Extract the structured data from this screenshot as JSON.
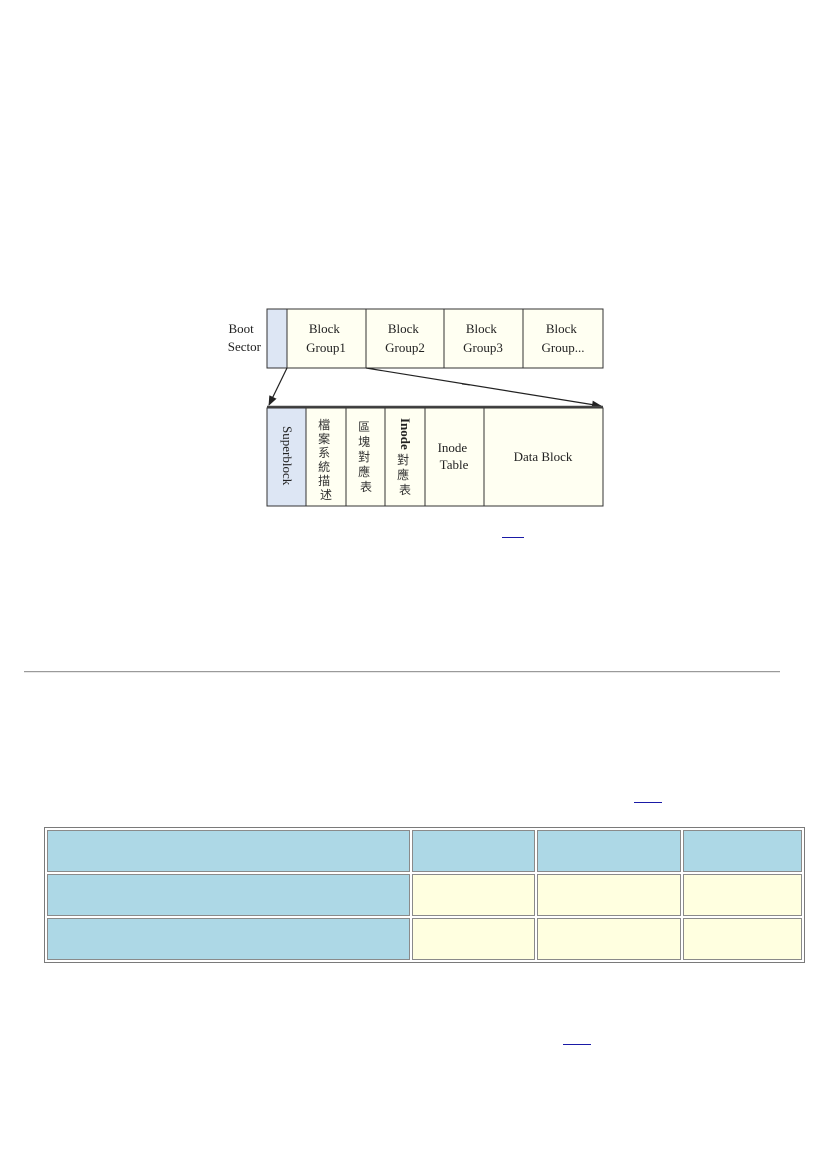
{
  "diagram": {
    "boot_sector_label": [
      "Boot",
      "Sector"
    ],
    "block_groups": [
      [
        "Block",
        "Group1"
      ],
      [
        "Block",
        "Group2"
      ],
      [
        "Block",
        "Group3"
      ],
      [
        "Block",
        "Group..."
      ]
    ],
    "group_detail": {
      "superblock": "Superblock",
      "fs_description": [
        "檔",
        "案",
        "系",
        "統",
        "描",
        "述"
      ],
      "block_bitmap": [
        "區",
        "塊",
        "對",
        "應",
        "表"
      ],
      "inode_bitmap_title": "Inode",
      "inode_bitmap_chars": [
        "對",
        "應",
        "表"
      ],
      "inode_table": [
        "Inode",
        "Table"
      ],
      "data_block": "Data Block"
    },
    "colors": {
      "boot_sector_fill": "#dde6f4",
      "superblock_fill": "#dde6f4",
      "box_fill": "#fffff2",
      "stroke": "#333333"
    }
  },
  "table": {
    "colors": {
      "header_fill": "#add8e6",
      "cell_fill": "#ffffe0"
    }
  }
}
